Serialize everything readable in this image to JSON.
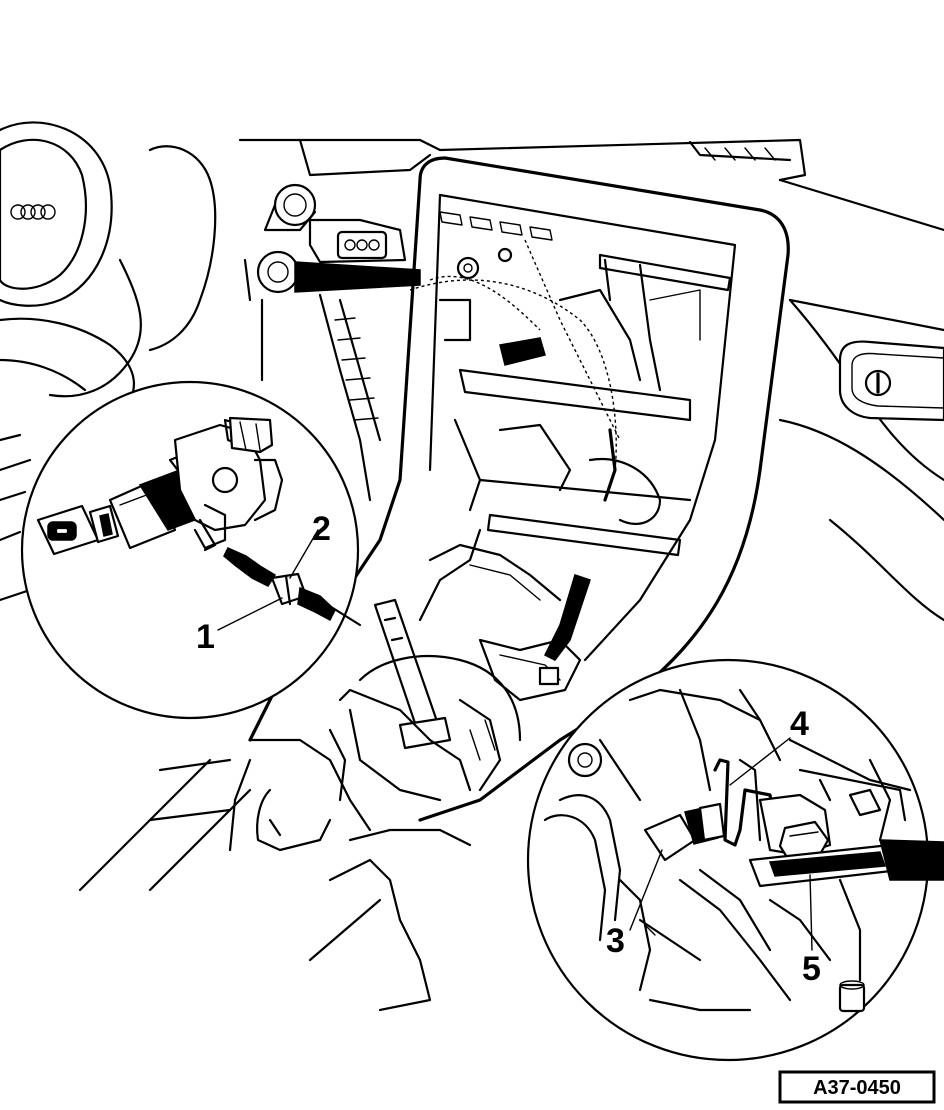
{
  "figure": {
    "id_label": "A37-0450",
    "callouts": [
      {
        "key": "1",
        "text": "1"
      },
      {
        "key": "2",
        "text": "2"
      },
      {
        "key": "3",
        "text": "3"
      },
      {
        "key": "4",
        "text": "4"
      },
      {
        "key": "5",
        "text": "5"
      }
    ]
  },
  "icons": {
    "logo": "four-rings-logo-icon",
    "ignition_key": "ignition-key-icon",
    "hazard_switch": "power-button-icon"
  }
}
